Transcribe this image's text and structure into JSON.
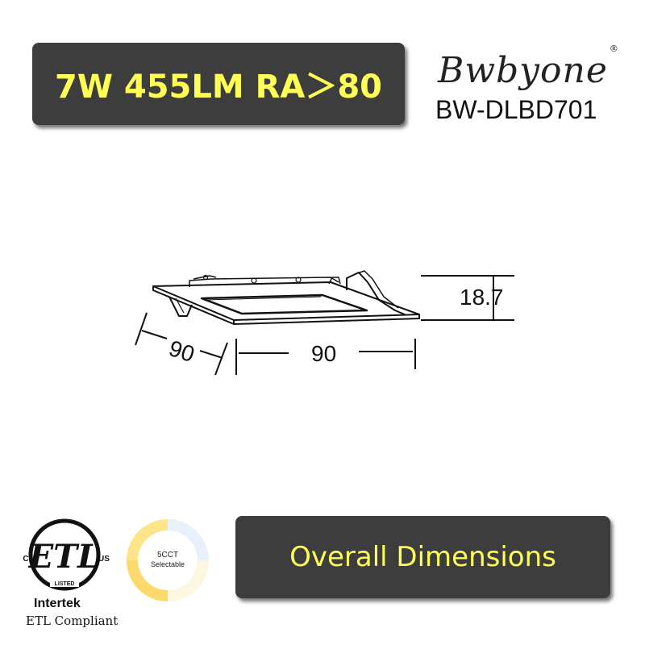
{
  "top_banner": {
    "text": "7W 455LM RA＞80"
  },
  "brand": {
    "name": "Bwbyone",
    "registered": "®",
    "model": "BW-DLBD701"
  },
  "dimensions": {
    "width_left": "90",
    "width_front": "90",
    "height": "18.7"
  },
  "certification": {
    "mark_letters": "ETL",
    "mark_left": "C",
    "mark_right": "US",
    "mark_bottom": "LISTED",
    "company": "Intertek",
    "compliance": "ETL  Compliant"
  },
  "cct": {
    "line1": "5CCT",
    "line2": "Selectable"
  },
  "bottom_banner": {
    "text": "Overall Dimensions"
  },
  "colors": {
    "banner_bg": "#3d3d3d",
    "banner_text": "#ffff55"
  }
}
